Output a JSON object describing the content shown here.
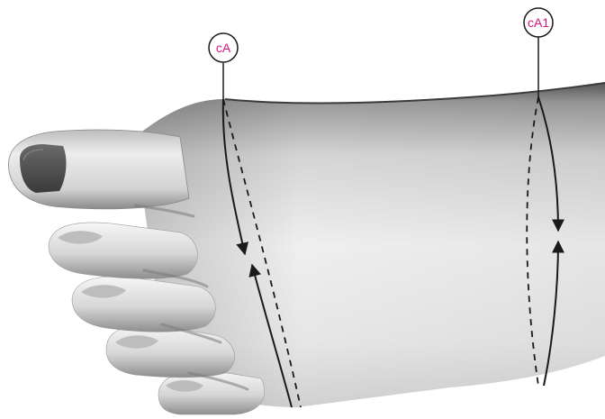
{
  "measurement_lines": [
    {
      "id": "cA",
      "label": "cA"
    },
    {
      "id": "cA1",
      "label": "cA1"
    }
  ],
  "colors": {
    "label_text": "#d6177e",
    "line": "#1a1a1a",
    "background": "#ffffff",
    "skin_light": "#f4f4f4",
    "skin_mid": "#c8c8c8",
    "skin_dark": "#6e6e6e"
  }
}
